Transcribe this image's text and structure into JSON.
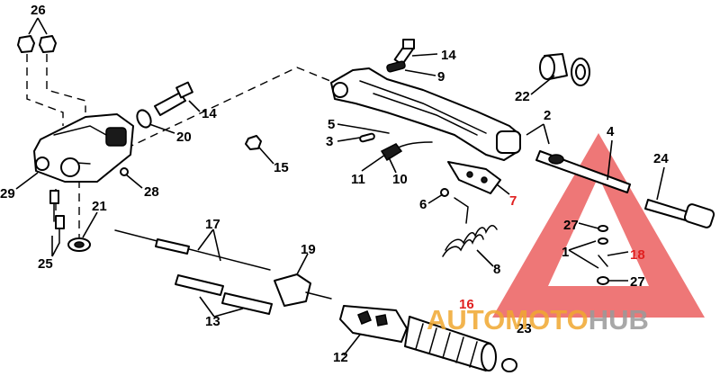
{
  "callouts": {
    "c26": "26",
    "c14a": "14",
    "c14b": "14",
    "c9": "9",
    "c22": "22",
    "c2": "2",
    "c4": "4",
    "c24": "24",
    "c5": "5",
    "c3": "3",
    "c20": "20",
    "c15": "15",
    "c11": "11",
    "c10": "10",
    "c6": "6",
    "c7": "7",
    "c29": "29",
    "c28": "28",
    "c21": "21",
    "c25": "25",
    "c17": "17",
    "c19": "19",
    "c27a": "27",
    "c1": "1",
    "c18": "18",
    "c27b": "27",
    "c8": "8",
    "c16": "16",
    "c13": "13",
    "c23": "23",
    "c12": "12"
  },
  "watermark": {
    "part1": "AUTO",
    "part2": "MOTO",
    "part3": "HUB"
  },
  "colors": {
    "red_label": "#e02020",
    "watermark_red": "#e84a4a",
    "watermark_orange": "#f0a830",
    "watermark_grey": "#9a9a9a"
  }
}
